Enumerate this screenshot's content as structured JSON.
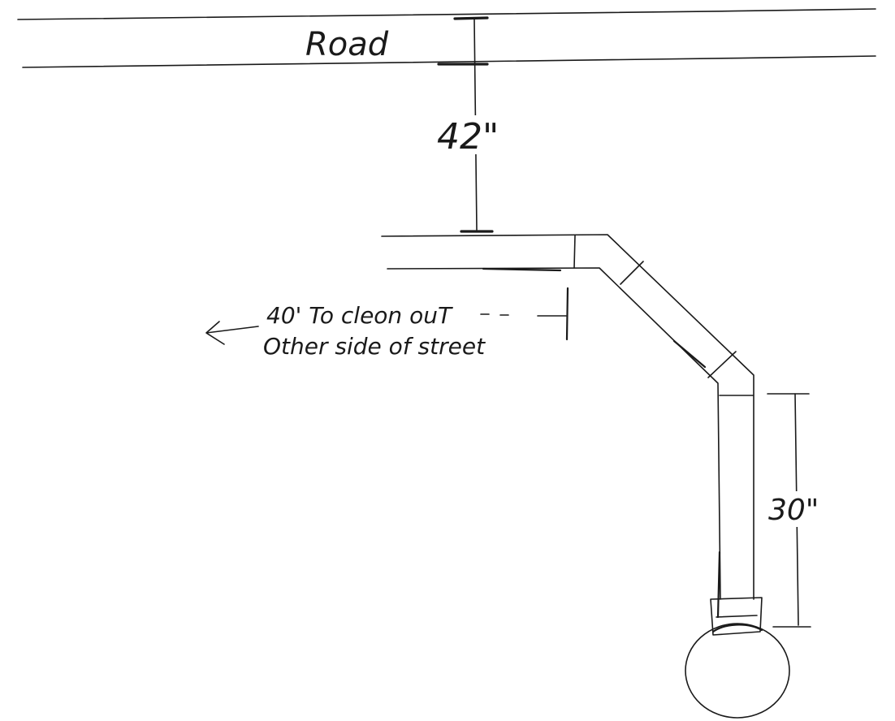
{
  "labels": {
    "road": "Road",
    "depth_road_to_pipe": "42\"",
    "cleanout_line1": "40' To cleon ouT",
    "cleanout_line2": "Other side of street",
    "vertical_drop": "30\""
  },
  "colors": {
    "ink": "#1a1a1a",
    "paper": "#ffffff"
  }
}
